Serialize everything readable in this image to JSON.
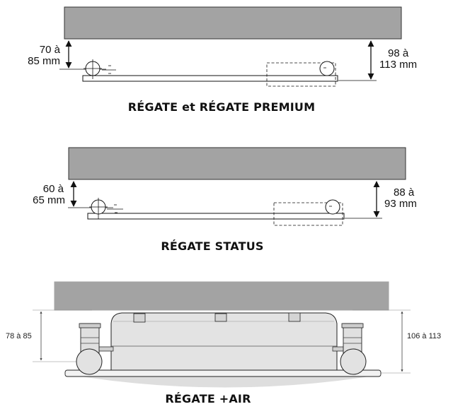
{
  "sections": [
    {
      "caption": "RÉGATE et RÉGATE PREMIUM",
      "left_dimension": [
        "70 à",
        "85 mm"
      ],
      "right_dimension": [
        "98 à",
        "113 mm"
      ]
    },
    {
      "caption": "RÉGATE STATUS",
      "left_dimension": [
        "60 à",
        "65 mm"
      ],
      "right_dimension": [
        "88 à",
        "93 mm"
      ]
    },
    {
      "caption": "RÉGATE +AIR",
      "left_dimension": "78 à 85",
      "right_dimension": "106 à 113"
    }
  ],
  "colors": {
    "ceiling": "#a3a3a3",
    "ceiling_stroke": "#333333",
    "line": "#111111",
    "unit_fill": "#e6e6e6",
    "unit_dark": "#b9b9b9"
  }
}
